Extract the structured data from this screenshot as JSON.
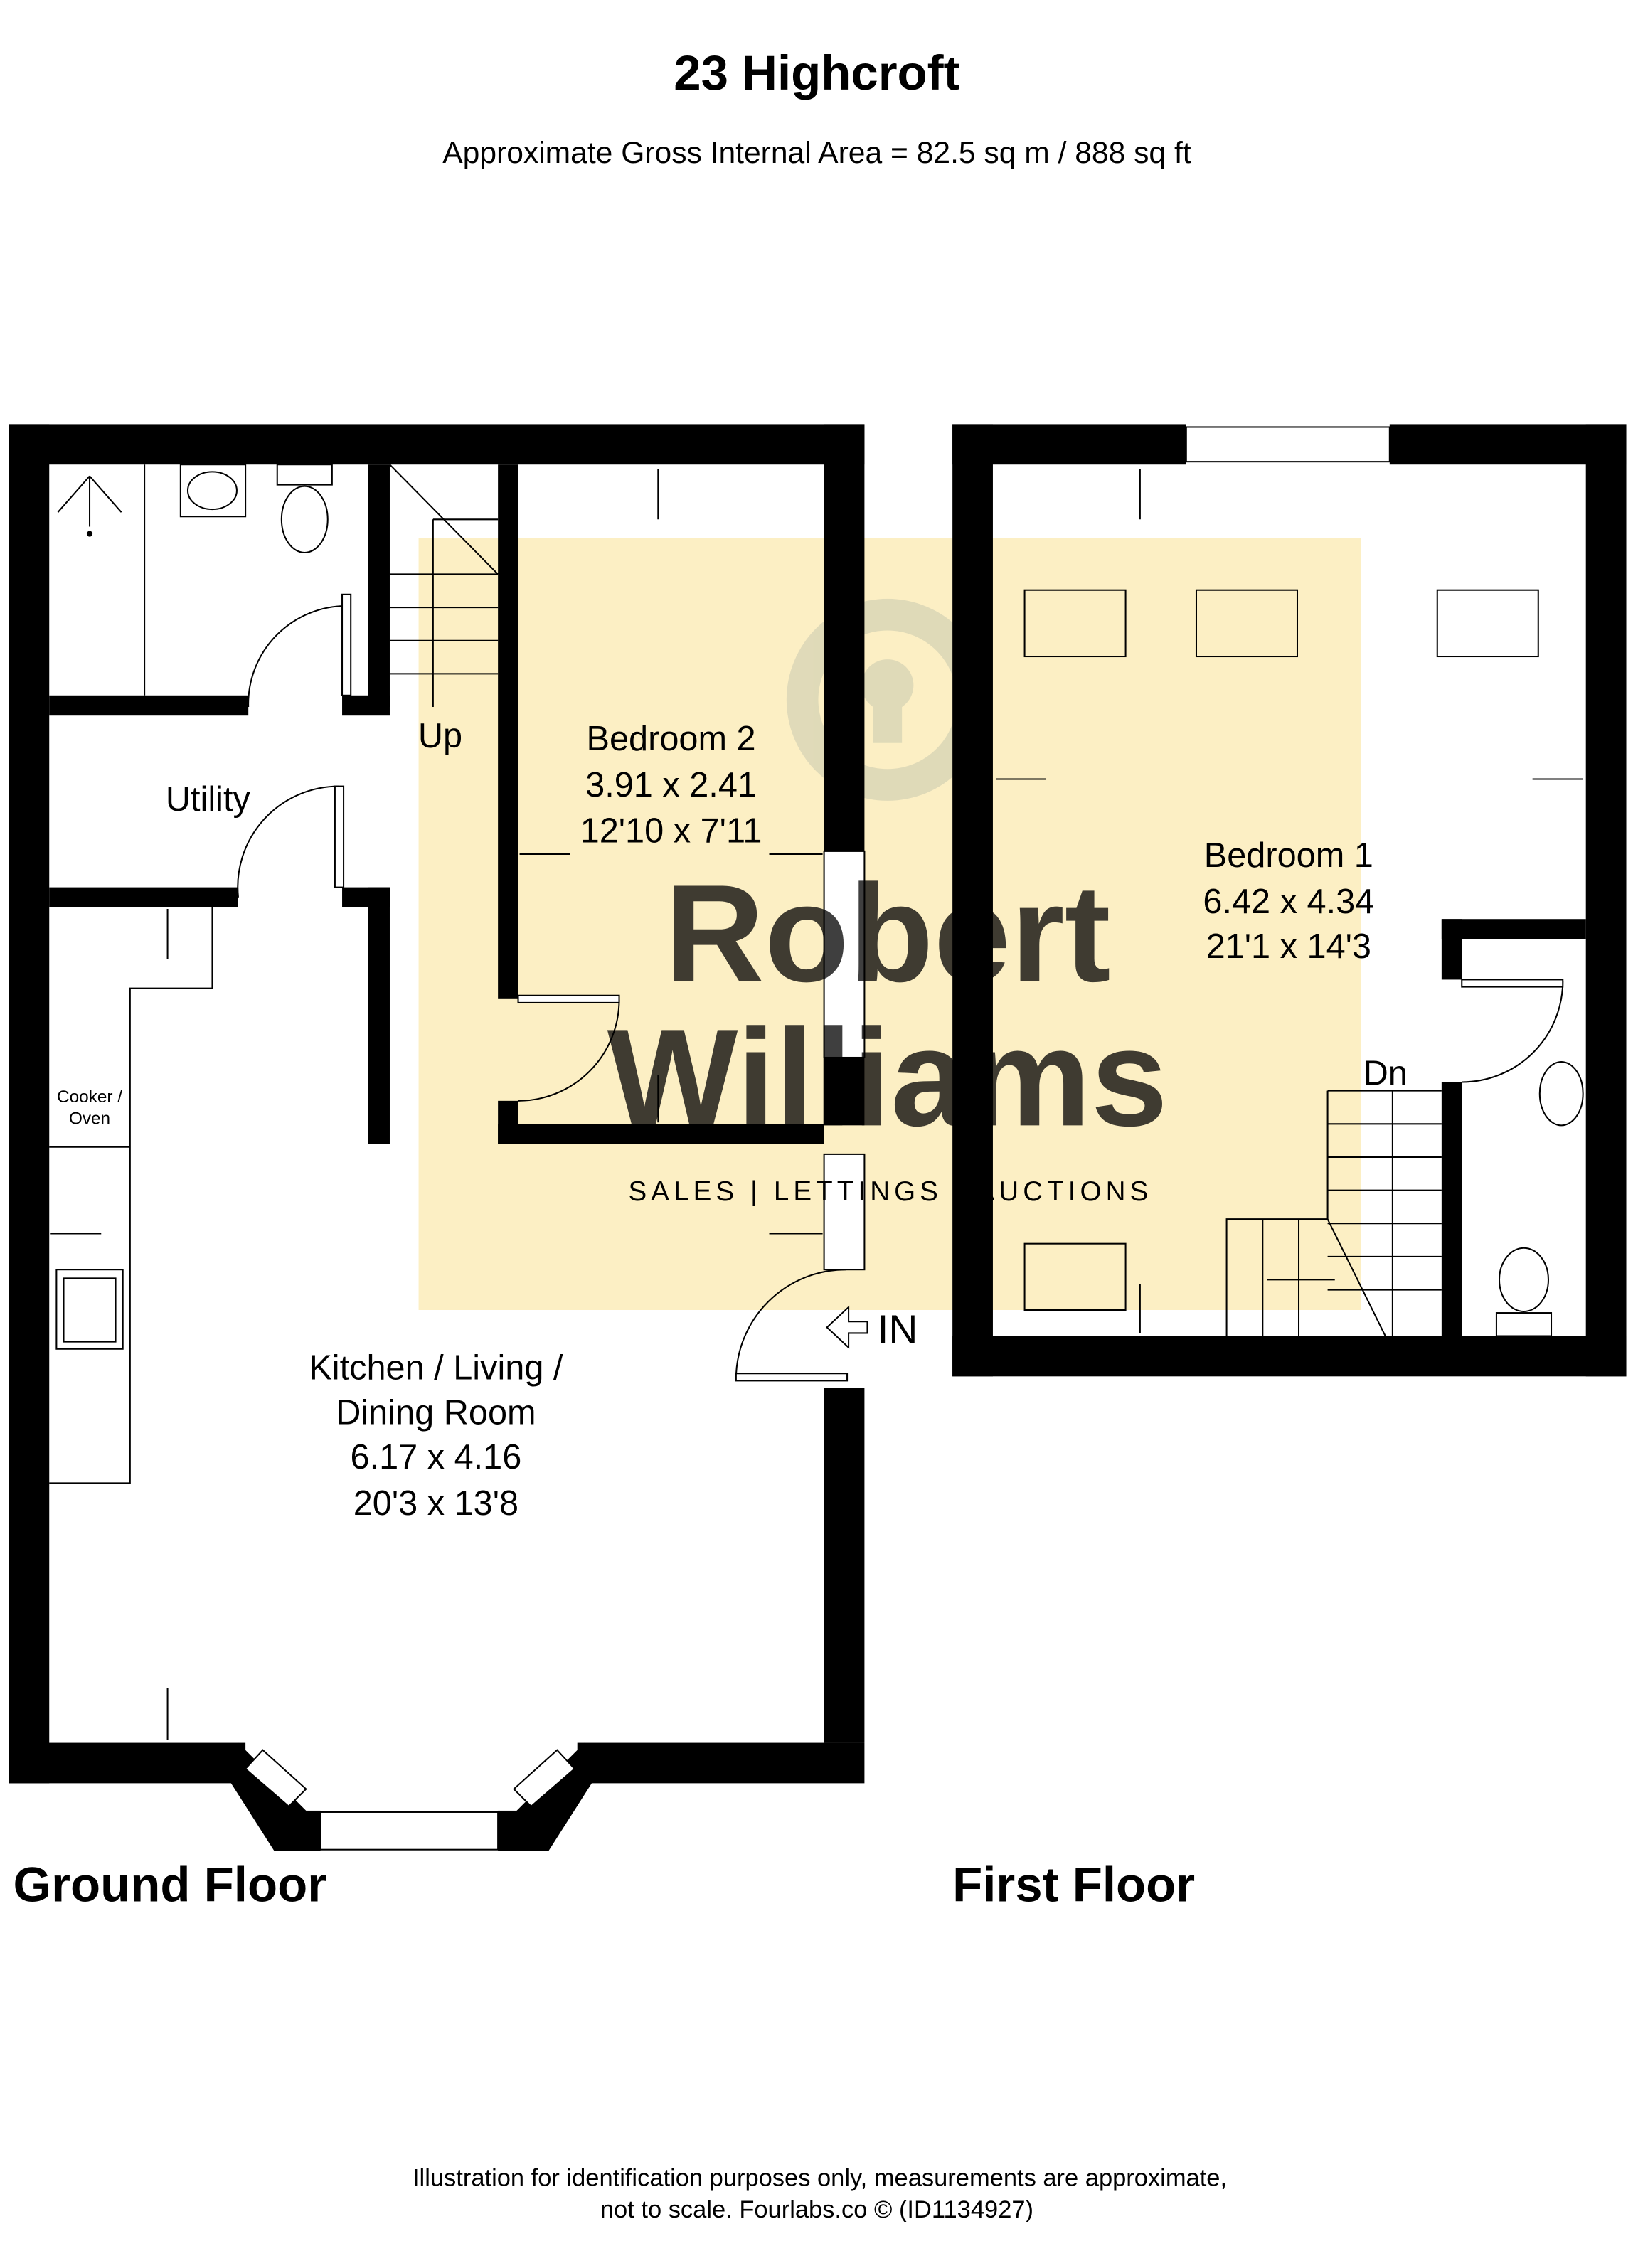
{
  "title": "23 Highcroft",
  "subtitle": "Approximate Gross Internal Area = 82.5 sq m / 888 sq ft",
  "floors": {
    "ground": {
      "label": "Ground Floor",
      "rooms": {
        "utility": {
          "name": "Utility"
        },
        "bedroom2": {
          "name": "Bedroom 2",
          "metric": "3.91 x 2.41",
          "imperial": "12'10 x 7'11"
        },
        "kitchen": {
          "line1": "Kitchen / Living /",
          "line2": "Dining Room",
          "metric": "6.17 x 4.16",
          "imperial": "20'3 x 13'8"
        }
      },
      "stairs_label": "Up",
      "cooker_line1": "Cooker /",
      "cooker_line2": "Oven",
      "entrance_label": "IN"
    },
    "first": {
      "label": "First Floor",
      "rooms": {
        "bedroom1": {
          "name": "Bedroom 1",
          "metric": "6.42 x 4.34",
          "imperial": "21'1 x 14'3"
        }
      },
      "stairs_label": "Dn"
    }
  },
  "watermark": {
    "line1": "Robert",
    "line2": "Williams",
    "tagline": "SALES | LETTINGS | AUCTIONS",
    "color": "#fcefc4"
  },
  "footer": {
    "line1": "Illustration for identification purposes only, measurements are approximate,",
    "line2": "not to scale. Fourlabs.co © (ID1134927)"
  }
}
